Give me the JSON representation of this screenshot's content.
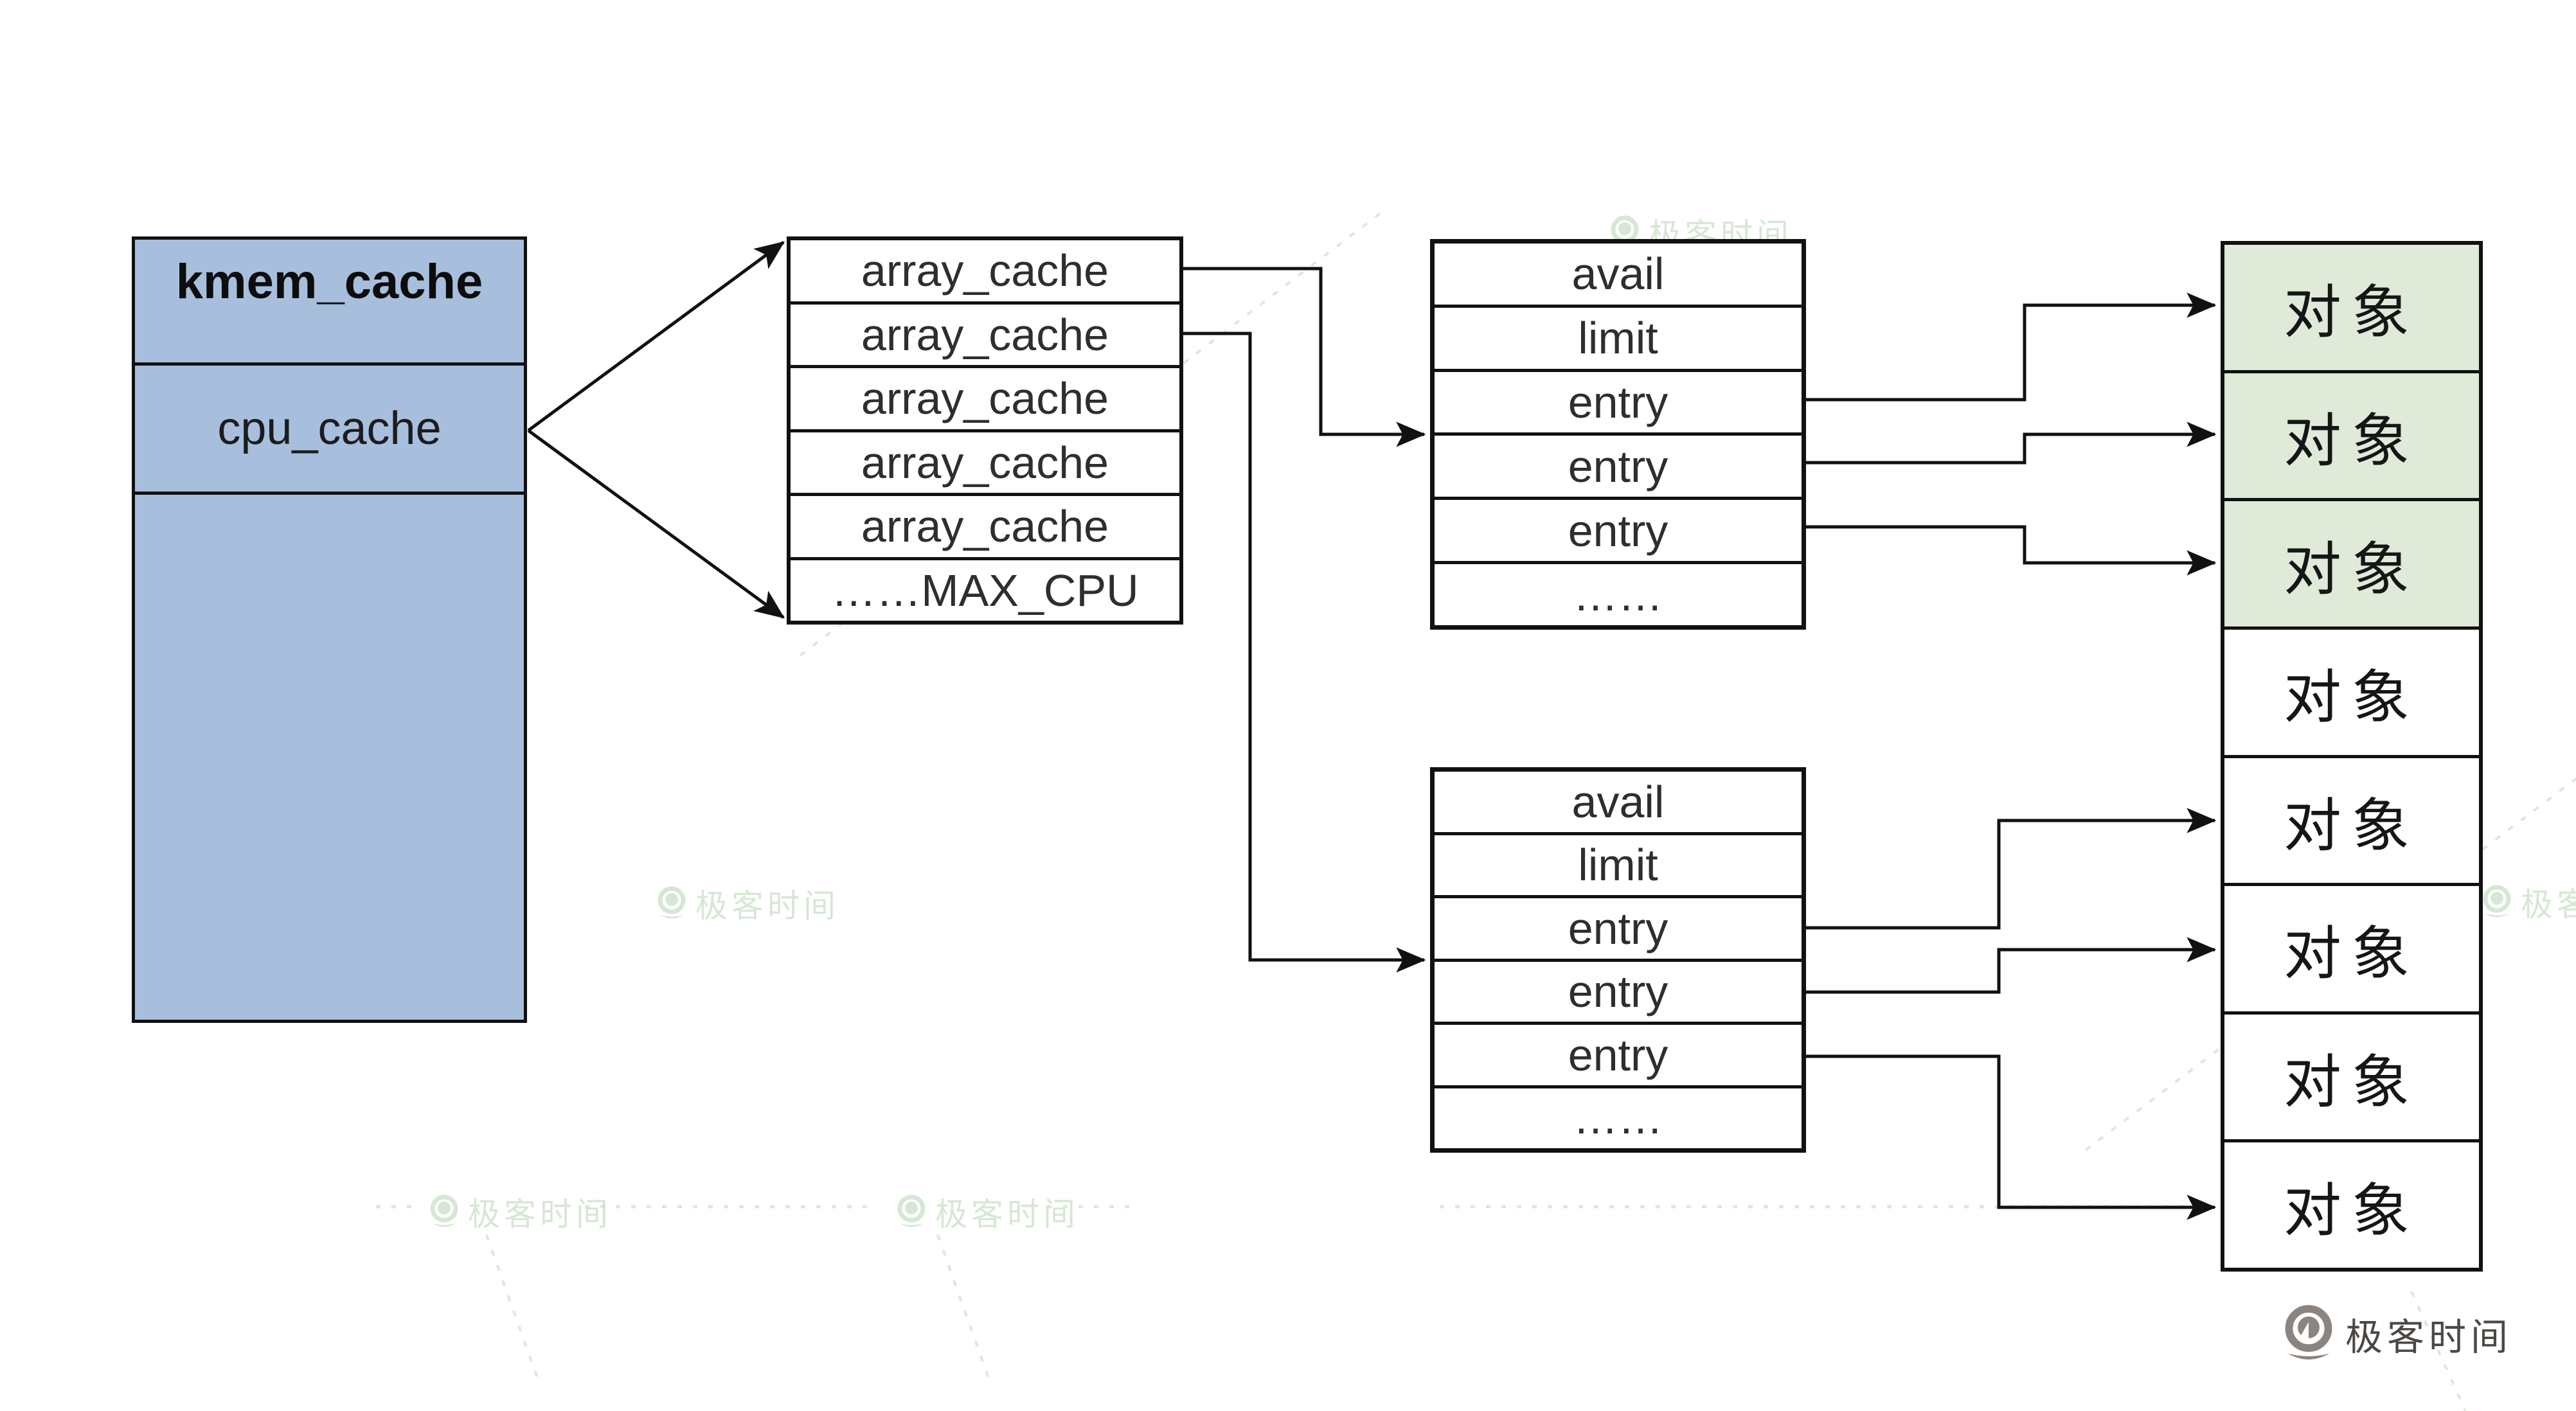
{
  "diagram": {
    "kmem_cache_struct": {
      "title": "kmem_cache",
      "field_cpu_cache": "cpu_cache"
    },
    "per_cpu_pointer_table": {
      "rows": [
        "array_cache",
        "array_cache",
        "array_cache",
        "array_cache",
        "array_cache",
        "……MAX_CPU"
      ]
    },
    "array_cache_detail_top": {
      "rows": [
        "avail",
        "limit",
        "entry",
        "entry",
        "entry",
        "……"
      ]
    },
    "array_cache_detail_bottom": {
      "rows": [
        "avail",
        "limit",
        "entry",
        "entry",
        "entry",
        "……"
      ]
    },
    "object_column": {
      "rows": [
        {
          "label": "对象",
          "cached": true
        },
        {
          "label": "对象",
          "cached": true
        },
        {
          "label": "对象",
          "cached": true
        },
        {
          "label": "对象",
          "cached": false
        },
        {
          "label": "对象",
          "cached": false
        },
        {
          "label": "对象",
          "cached": false
        },
        {
          "label": "对象",
          "cached": false
        },
        {
          "label": "对象",
          "cached": false
        }
      ]
    }
  },
  "watermark": {
    "brand": "极客时间"
  },
  "footer": {
    "brand": "极客时间"
  },
  "colors": {
    "struct_fill": "#a7bfdd",
    "cached_object_fill": "#dfead9",
    "line": "#111111",
    "watermark_green": "#b7d4b4",
    "footer_text": "#4b4744",
    "footer_logo": "#8b8480"
  }
}
